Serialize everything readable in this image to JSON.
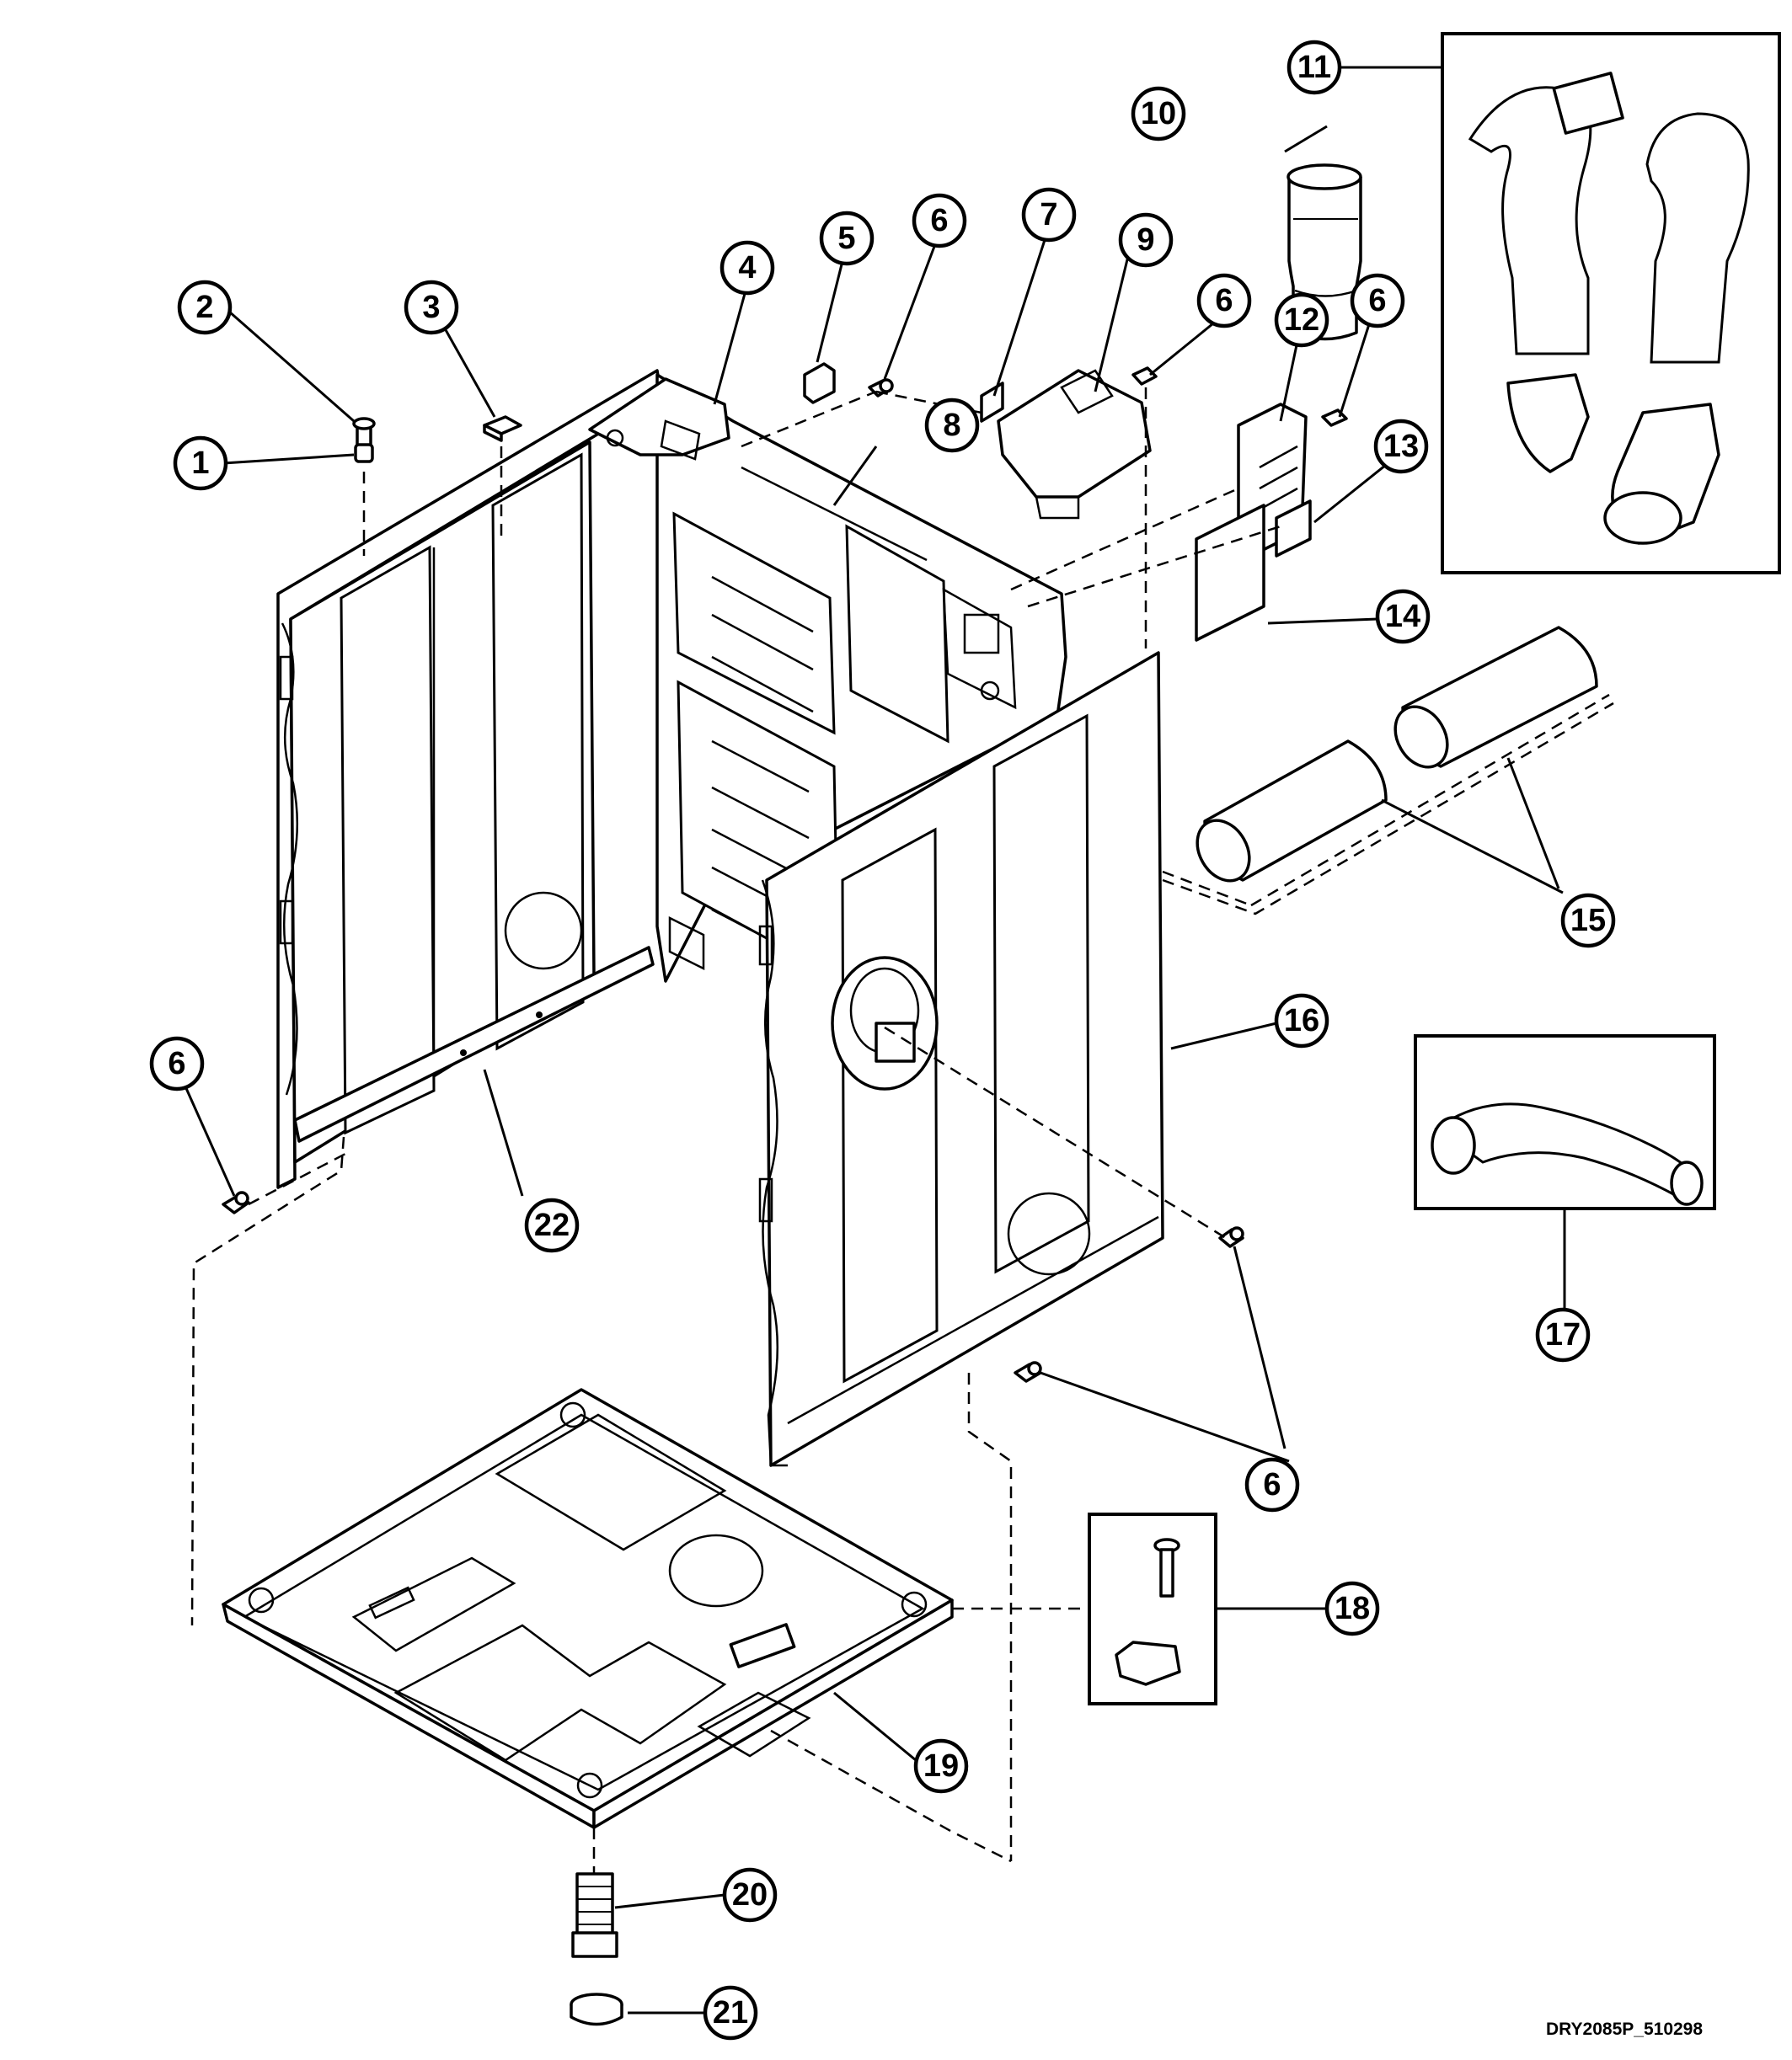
{
  "diagram": {
    "drawing_code": "DRY2085P_510298",
    "callouts": [
      {
        "id": "c1",
        "label": "1"
      },
      {
        "id": "c2",
        "label": "2"
      },
      {
        "id": "c3",
        "label": "3"
      },
      {
        "id": "c4",
        "label": "4"
      },
      {
        "id": "c5",
        "label": "5"
      },
      {
        "id": "c6a",
        "label": "6"
      },
      {
        "id": "c6b",
        "label": "6"
      },
      {
        "id": "c6c",
        "label": "6"
      },
      {
        "id": "c6d",
        "label": "6"
      },
      {
        "id": "c6e",
        "label": "6"
      },
      {
        "id": "c7",
        "label": "7"
      },
      {
        "id": "c8",
        "label": "8"
      },
      {
        "id": "c9",
        "label": "9"
      },
      {
        "id": "c10",
        "label": "10"
      },
      {
        "id": "c11",
        "label": "11"
      },
      {
        "id": "c12",
        "label": "12"
      },
      {
        "id": "c13",
        "label": "13"
      },
      {
        "id": "c14",
        "label": "14"
      },
      {
        "id": "c15",
        "label": "15"
      },
      {
        "id": "c16",
        "label": "16"
      },
      {
        "id": "c17",
        "label": "17"
      },
      {
        "id": "c18",
        "label": "18"
      },
      {
        "id": "c19",
        "label": "19"
      },
      {
        "id": "c20",
        "label": "20"
      },
      {
        "id": "c21",
        "label": "21"
      },
      {
        "id": "c22",
        "label": "22"
      }
    ]
  }
}
